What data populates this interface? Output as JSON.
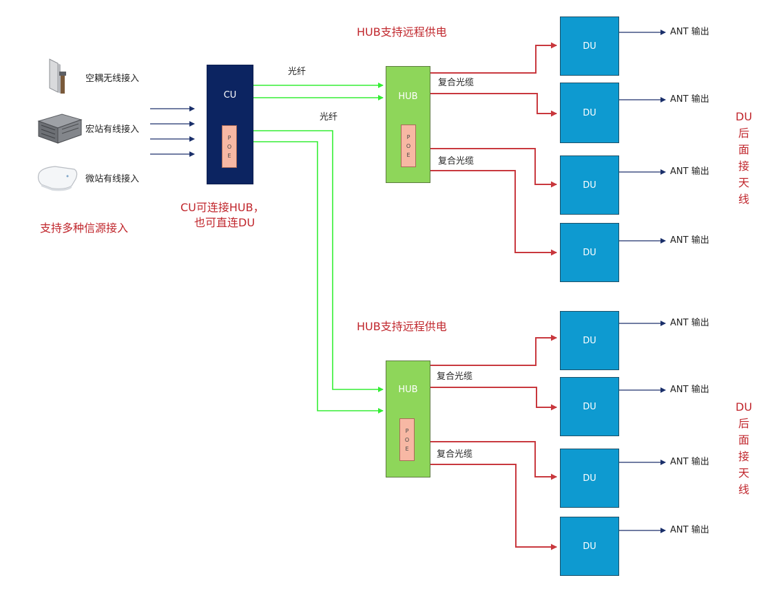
{
  "sources": [
    {
      "label": "空耦无线接入",
      "icon": "panel-antenna-icon"
    },
    {
      "label": "宏站有线接入",
      "icon": "macro-station-icon"
    },
    {
      "label": "微站有线接入",
      "icon": "micro-station-icon"
    }
  ],
  "sources_caption": "支持多种信源接入",
  "cu": {
    "label": "CU",
    "poe": [
      "P",
      "O",
      "E"
    ]
  },
  "cu_caption": [
    "CU可连接HUB，",
    "也可直连DU"
  ],
  "fiber_label": "光纤",
  "composite_label": "复合光缆",
  "hub_label": "HUB",
  "hub_caption": "HUB支持远程供电",
  "poe_letters": [
    "P",
    "O",
    "E"
  ],
  "du_label": "DU",
  "ant_label": "ANT 输出",
  "side_note": [
    "DU",
    "后",
    "面",
    "接",
    "天",
    "线"
  ],
  "colors": {
    "cu": "#0c2461",
    "hub": "#8ed65a",
    "du": "#0e9ad0",
    "poe": "#f7b8a4",
    "fiber": "#33ee33",
    "composite": "#c8373d",
    "arrow": "#1a2f6a",
    "caption": "#c0262c"
  }
}
